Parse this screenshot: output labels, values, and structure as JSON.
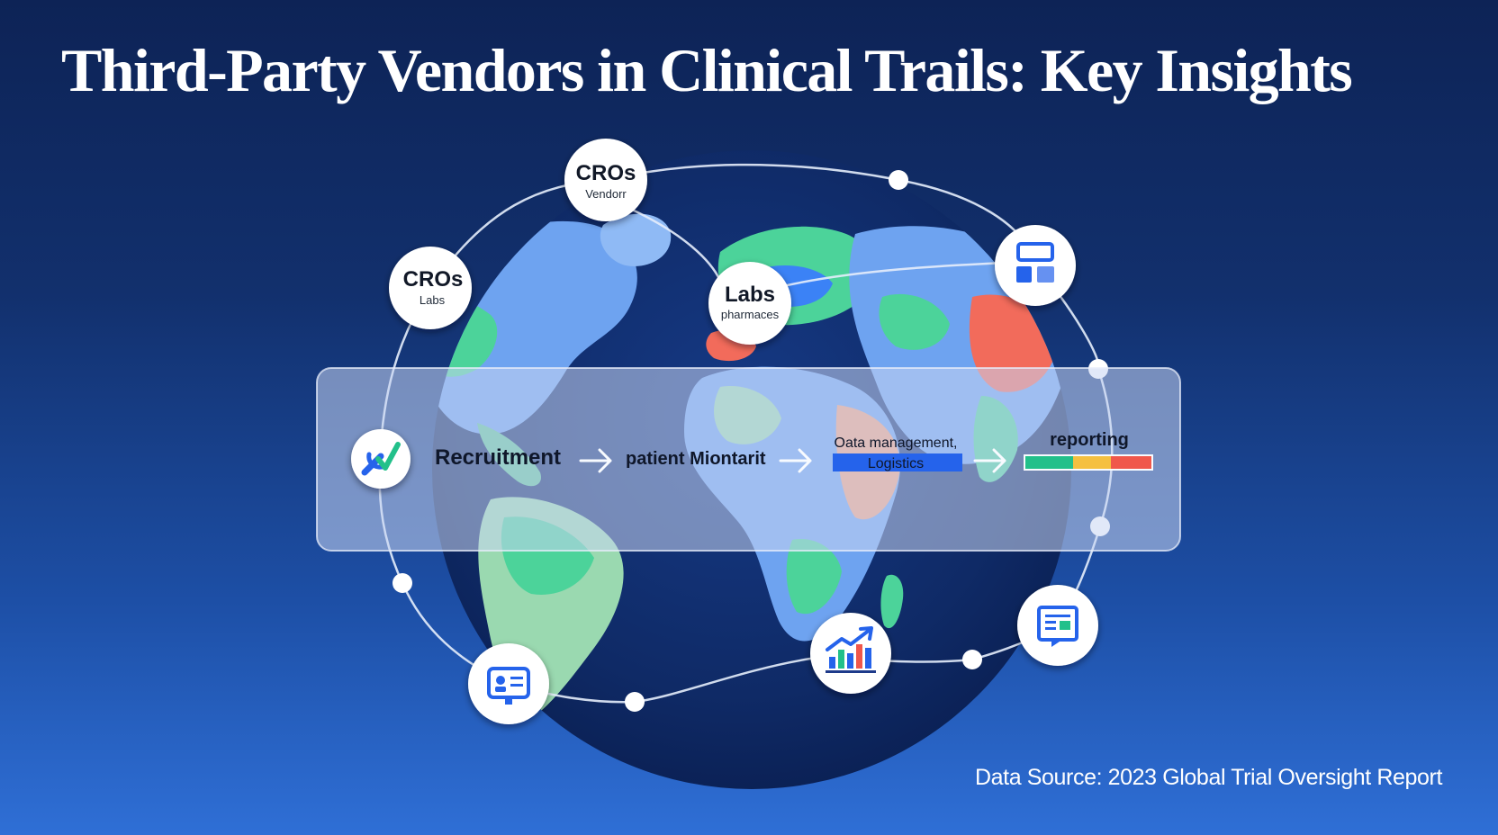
{
  "title": "Third-Party Vendors in Clinical Trails: Key Insights",
  "nodes": {
    "cros_vendor": {
      "title": "CROs",
      "subtitle": "Vendorr"
    },
    "cros_labs": {
      "title": "CROs",
      "subtitle": "Labs"
    },
    "labs_pharmacies": {
      "title": "Labs",
      "subtitle": "pharmaces"
    }
  },
  "flow": {
    "step1": "Recruitment",
    "step2": "patient Miontarit",
    "step3_line1": "Oata management,",
    "step3_line2": "Logistics",
    "step4": "reporting"
  },
  "icons": {
    "flow_start": "wrench-check-icon",
    "top_right": "dashboard-layout-icon",
    "bottom_left": "id-card-icon",
    "bottom_center": "bar-chart-icon",
    "bottom_right": "report-document-icon"
  },
  "colors": {
    "background_top": "#0d2356",
    "background_bottom": "#2f6fd6",
    "globe_ocean": "#0f2a66",
    "land_green": "#4cd39a",
    "land_blue": "#6ea3f0",
    "land_red": "#f26b5b",
    "land_orange": "#f5a27c",
    "bar_blue": "#2563eb",
    "bar_green": "#22c08a",
    "bar_yellow": "#f5c040",
    "bar_red": "#f0574b"
  },
  "source": "Data Source: 2023 Global Trial Oversight Report"
}
